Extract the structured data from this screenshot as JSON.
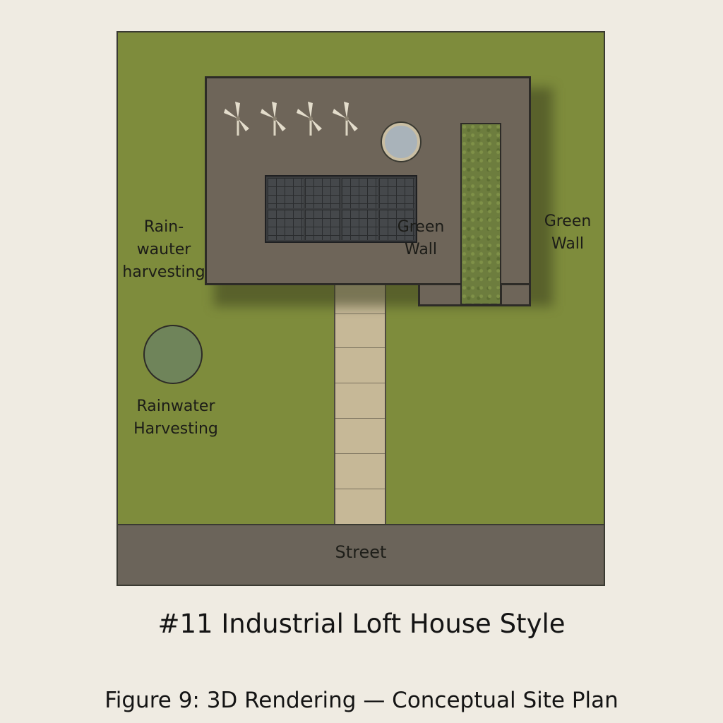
{
  "site": {
    "street_label": "Street",
    "labels": {
      "rain_roof": [
        "Rain-",
        "wauter",
        "harvesting"
      ],
      "green_wall_roof": [
        "Green",
        "Wall"
      ],
      "green_wall_side": [
        "Green",
        "Wall"
      ],
      "rain_ground": [
        "Rainwater",
        "Harvesting"
      ]
    },
    "colors": {
      "lawn": "#7e8c3c",
      "roof": "#6e6559",
      "street": "#6b645a",
      "path": "#c6b897"
    },
    "icons": [
      "wind-turbine-icon",
      "skylight-icon",
      "solar-panel-array",
      "rainwater-tank"
    ]
  },
  "title": "#11 Industrial Loft House Style",
  "caption": "Figure 9: 3D Rendering — Conceptual Site Plan"
}
